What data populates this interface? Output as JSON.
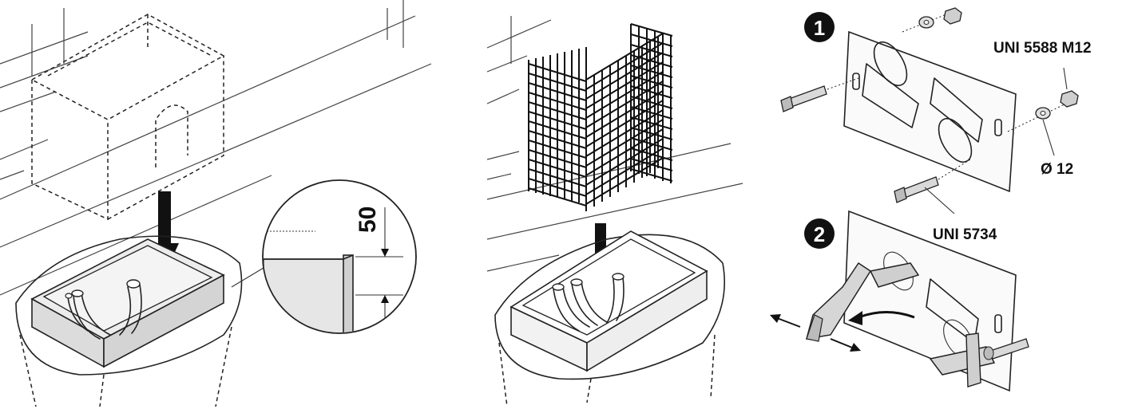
{
  "depth_label": "50",
  "step1_number": "1",
  "step2_number": "2",
  "nut_label": "UNI 5588 M12",
  "washer_label": "Ø 12",
  "bolt_label": "UNI 5734",
  "colors": {
    "line": "#222222",
    "fill_grey": "#e6e6e6",
    "badge": "#111111",
    "badge_text": "#ffffff"
  }
}
